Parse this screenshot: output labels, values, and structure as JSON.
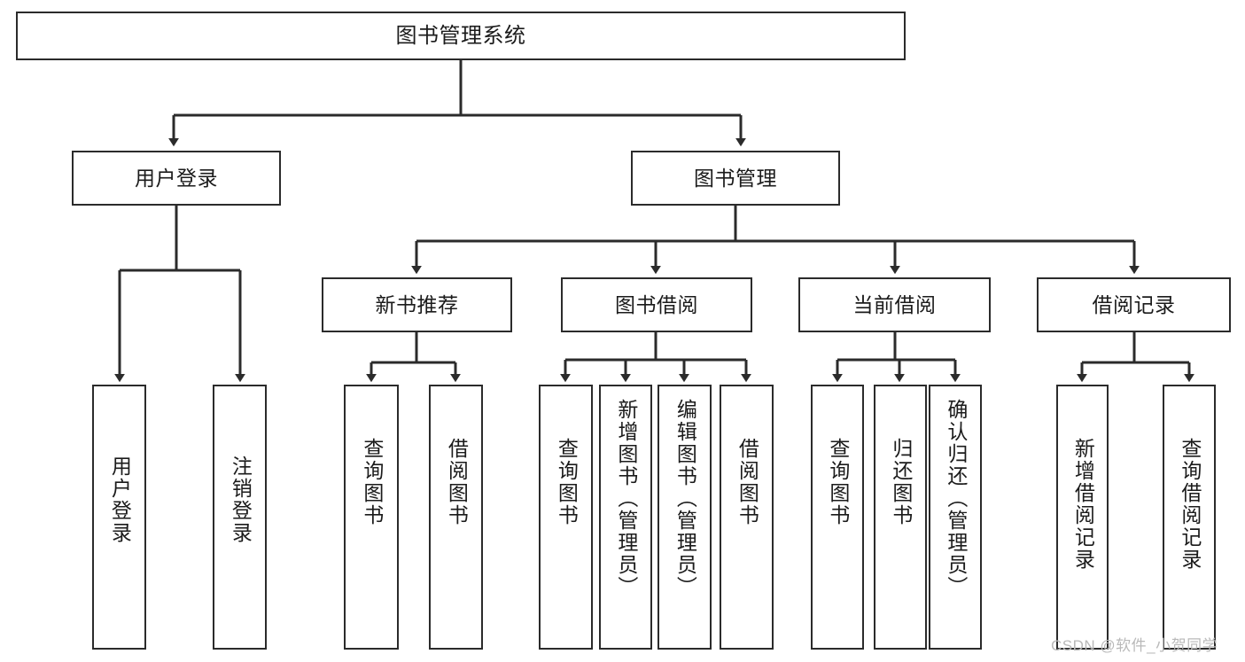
{
  "diagram": {
    "title": "图书管理系统",
    "type": "tree",
    "colors": {
      "box_border": "#2b2b2b",
      "box_fill": "#ffffff",
      "connector": "#2b2b2b",
      "text": "#1b1b1b",
      "watermark": "#b9b9b9",
      "background": "#ffffff"
    },
    "root": {
      "label": "图书管理系统"
    },
    "level2": [
      {
        "label": "用户登录"
      },
      {
        "label": "图书管理"
      }
    ],
    "level3": [
      {
        "label": "新书推荐"
      },
      {
        "label": "图书借阅"
      },
      {
        "label": "当前借阅"
      },
      {
        "label": "借阅记录"
      }
    ],
    "leaves": {
      "user_login": [
        {
          "label": "用户登录"
        },
        {
          "label": "注销登录"
        }
      ],
      "new_book_recommend": [
        {
          "label": "查询图书"
        },
        {
          "label": "借阅图书"
        }
      ],
      "book_borrow": [
        {
          "label": "查询图书"
        },
        {
          "label": "新增图书（管理员）"
        },
        {
          "label": "编辑图书（管理员）"
        },
        {
          "label": "借阅图书"
        }
      ],
      "current_borrow": [
        {
          "label": "查询图书"
        },
        {
          "label": "归还图书"
        },
        {
          "label": "确认归还（管理员）"
        }
      ],
      "borrow_record": [
        {
          "label": "新增借阅记录"
        },
        {
          "label": "查询借阅记录"
        }
      ]
    }
  },
  "watermark": {
    "text": "CSDN @软件_小贺同学"
  }
}
